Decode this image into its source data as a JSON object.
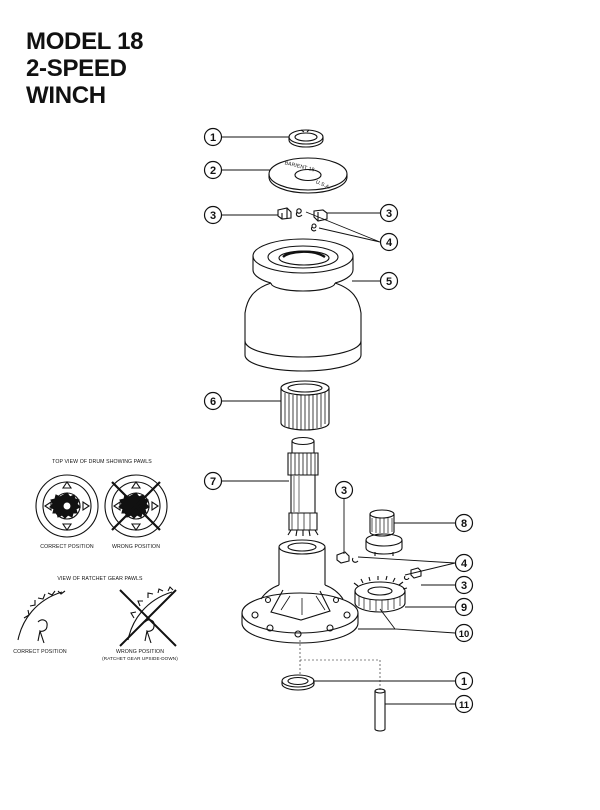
{
  "title": {
    "line1": "MODEL 18",
    "line2": "2-SPEED",
    "line3": "WINCH"
  },
  "drum_plate_text": {
    "brand": "BARIENT 18",
    "country": "U.S.A."
  },
  "insets": {
    "drum_view_title": "TOP VIEW OF DRUM SHOWING PAWLS",
    "drum_correct": "CORRECT POSITION",
    "drum_wrong": "WRONG POSITION",
    "ratchet_title": "VIEW OF RATCHET GEAR PAWLS",
    "ratchet_correct": "CORRECT POSITION",
    "ratchet_wrong": "WRONG POSITION",
    "ratchet_wrong_note": "(RATCHET GEAR UPSIDE-DOWN)"
  },
  "callouts": [
    {
      "id": "c1a",
      "label": "1"
    },
    {
      "id": "c2",
      "label": "2"
    },
    {
      "id": "c3a",
      "label": "3"
    },
    {
      "id": "c3b",
      "label": "3"
    },
    {
      "id": "c4a",
      "label": "4"
    },
    {
      "id": "c5",
      "label": "5"
    },
    {
      "id": "c6",
      "label": "6"
    },
    {
      "id": "c7",
      "label": "7"
    },
    {
      "id": "c3c",
      "label": "3"
    },
    {
      "id": "c8",
      "label": "8"
    },
    {
      "id": "c4b",
      "label": "4"
    },
    {
      "id": "c3d",
      "label": "3"
    },
    {
      "id": "c9",
      "label": "9"
    },
    {
      "id": "c10",
      "label": "10"
    },
    {
      "id": "c1b",
      "label": "1"
    },
    {
      "id": "c11",
      "label": "11"
    }
  ]
}
